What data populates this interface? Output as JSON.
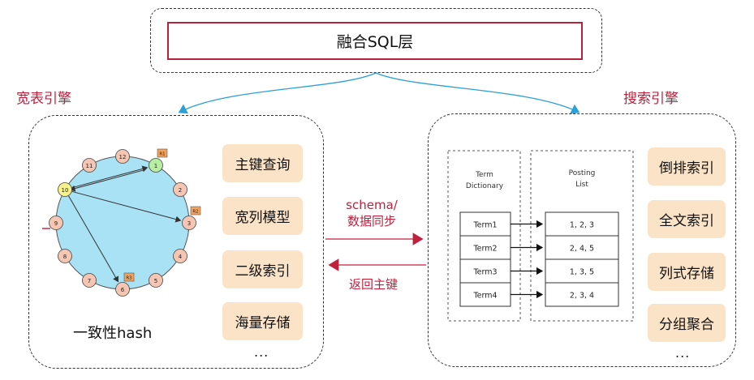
{
  "sql_layer": {
    "label": "融合SQL层"
  },
  "wide_engine": {
    "title": "宽表引擎",
    "features": [
      "主键查询",
      "宽列模型",
      "二级索引",
      "海量存储"
    ],
    "ellipsis": "...",
    "caption": "一致性hash",
    "ring": {
      "nodes": [
        "1",
        "2",
        "3",
        "4",
        "5",
        "6",
        "7",
        "8",
        "9",
        "10",
        "11",
        "12"
      ],
      "replicas": [
        "R1",
        "R2",
        "R3"
      ]
    }
  },
  "search_engine": {
    "title": "搜索引擎",
    "features": [
      "倒排索引",
      "全文索引",
      "列式存储",
      "分组聚合"
    ],
    "ellipsis": "...",
    "dictionary_header": [
      "Term",
      "Dictionary"
    ],
    "posting_header": [
      "Posting",
      "List"
    ],
    "terms": [
      "Term1",
      "Term2",
      "Term3",
      "Term4"
    ],
    "postings": [
      "1,  2,  3",
      "2,  4,  5",
      "1,  3,  5",
      "2,  3,  4"
    ]
  },
  "flows": {
    "sync_line1": "schema/",
    "sync_line2": "数据同步",
    "return": "返回主键"
  },
  "colors": {
    "accent_red": "#c0203c",
    "sql_border": "#b3243a",
    "feature_fill": "#fbe3c7",
    "ring_fill": "#a9e2f5",
    "node_fill": "#f6c6b2",
    "node_one": "#b6ef9f",
    "node_ten": "#f7f28a",
    "replica_fill": "#f2a25c",
    "connector_blue": "#2a9fd8"
  }
}
